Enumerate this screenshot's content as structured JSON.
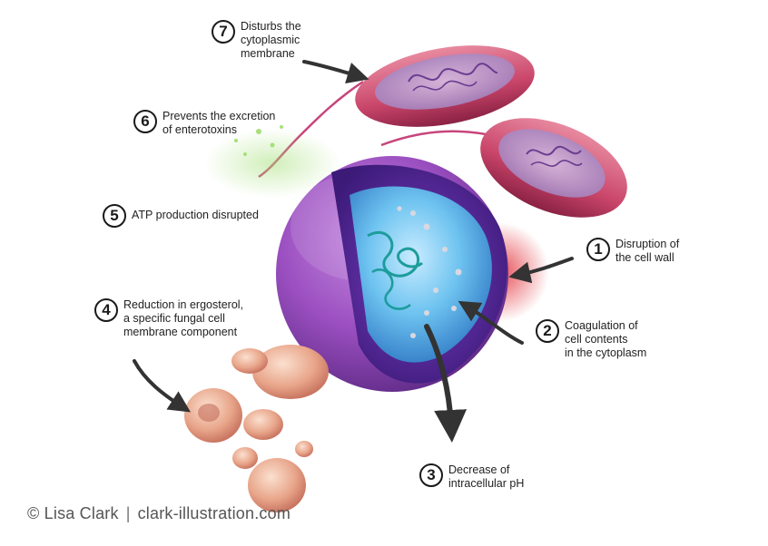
{
  "callouts": [
    {
      "number": "1",
      "text": "Disruption of\nthe cell wall"
    },
    {
      "number": "2",
      "text": "Coagulation of\ncell contents\nin the cytoplasm"
    },
    {
      "number": "3",
      "text": "Decrease of\nintracellular pH"
    },
    {
      "number": "4",
      "text": "Reduction in ergosterol,\na specific fungal cell\nmembrane component"
    },
    {
      "number": "5",
      "text": "ATP production disrupted"
    },
    {
      "number": "6",
      "text": "Prevents the excretion\nof enterotoxins"
    },
    {
      "number": "7",
      "text": "Disturbs the\ncytoplasmic\nmembrane"
    }
  ],
  "credit": {
    "author": "© Lisa Clark",
    "separator": "|",
    "website": "clark-illustration.com"
  },
  "colors": {
    "cell_outer": "#9b4fc0",
    "cell_inner": "#5b2a9a",
    "cytoplasm": "#5fb7ea",
    "bacteria": "#c9456a",
    "yeast": "#e8a58a",
    "toxin": "#a6e07a",
    "arrow": "#333333"
  }
}
